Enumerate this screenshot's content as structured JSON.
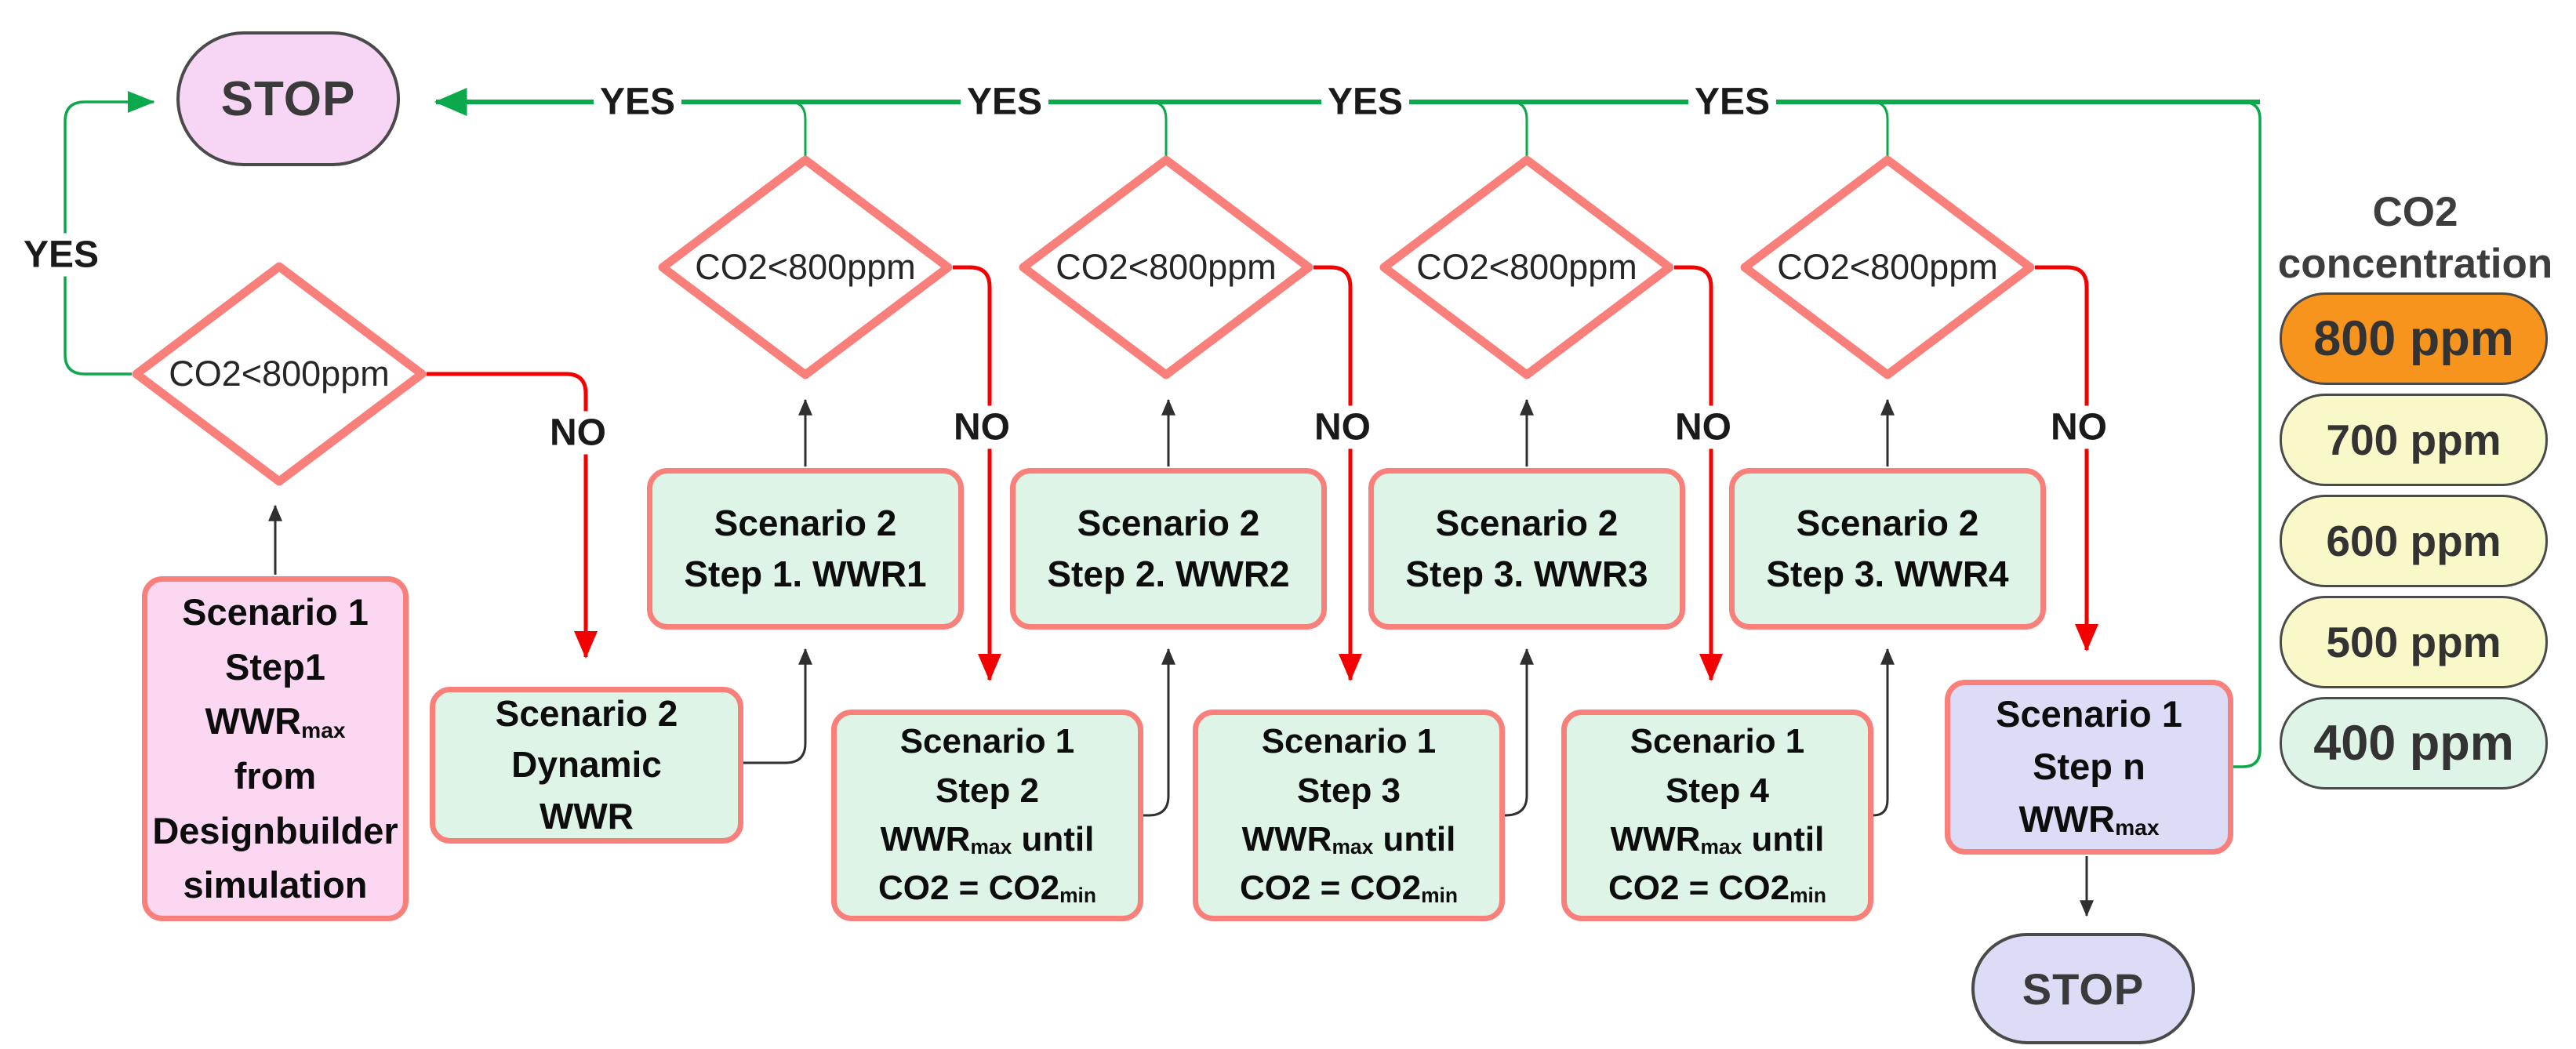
{
  "flowchart": {
    "stop_top": "STOP",
    "stop_bottom": "STOP",
    "decisions": [
      "CO2<800ppm",
      "CO2<800ppm",
      "CO2<800ppm",
      "CO2<800ppm",
      "CO2<800ppm"
    ],
    "yes_labels": [
      "YES",
      "YES",
      "YES",
      "YES",
      "YES"
    ],
    "no_labels": [
      "NO",
      "NO",
      "NO",
      "NO",
      "NO"
    ],
    "start_box": {
      "l1": "Scenario 1",
      "l2": "Step1",
      "l3_main": "WWR",
      "l3_sub": "max",
      "l4": "from",
      "l5": "Designbuilder",
      "l6": "simulation"
    },
    "dynamic_box": {
      "l1": "Scenario 2",
      "l2": "Dynamic",
      "l3": "WWR"
    },
    "top_boxes": [
      {
        "l1": "Scenario 2",
        "l2": "Step 1. WWR1"
      },
      {
        "l1": "Scenario 2",
        "l2": "Step 2. WWR2"
      },
      {
        "l1": "Scenario 2",
        "l2": "Step 3. WWR3"
      },
      {
        "l1": "Scenario 2",
        "l2": "Step 3. WWR4"
      }
    ],
    "bottom_boxes": [
      {
        "l1": "Scenario 1",
        "l2": "Step 2",
        "l3_main": "WWR",
        "l3_sub": "max",
        "l3_rest": " until",
        "l4_main": "CO2 = CO2",
        "l4_sub": "min"
      },
      {
        "l1": "Scenario 1",
        "l2": "Step 3",
        "l3_main": "WWR",
        "l3_sub": "max",
        "l3_rest": " until",
        "l4_main": "CO2 = CO2",
        "l4_sub": "min"
      },
      {
        "l1": "Scenario 1",
        "l2": "Step 4",
        "l3_main": "WWR",
        "l3_sub": "max",
        "l3_rest": " until",
        "l4_main": "CO2 = CO2",
        "l4_sub": "min"
      }
    ],
    "step_n_box": {
      "l1": "Scenario 1",
      "l2": "Step n",
      "l3_main": "WWR",
      "l3_sub": "max"
    }
  },
  "legend": {
    "title_l1": "CO2",
    "title_l2": "concentration",
    "items": [
      {
        "label": "800 ppm",
        "color": "#F7941D"
      },
      {
        "label": "700 ppm",
        "color": "#F8F8C9"
      },
      {
        "label": "600 ppm",
        "color": "#F8F8C9"
      },
      {
        "label": "500 ppm",
        "color": "#F8F8C9"
      },
      {
        "label": "400 ppm",
        "color": "#DEF4E6"
      }
    ]
  },
  "colors": {
    "yes_line": "#0BA94C",
    "no_line": "#F50000",
    "node_border": "#F9807A",
    "black_line": "#2F2F2F",
    "green_fill": "#DEF4E6",
    "pink_fill": "#FBD7F1",
    "purple_fill": "#DDDCF6",
    "stop_fill": "#F7D5F5"
  }
}
